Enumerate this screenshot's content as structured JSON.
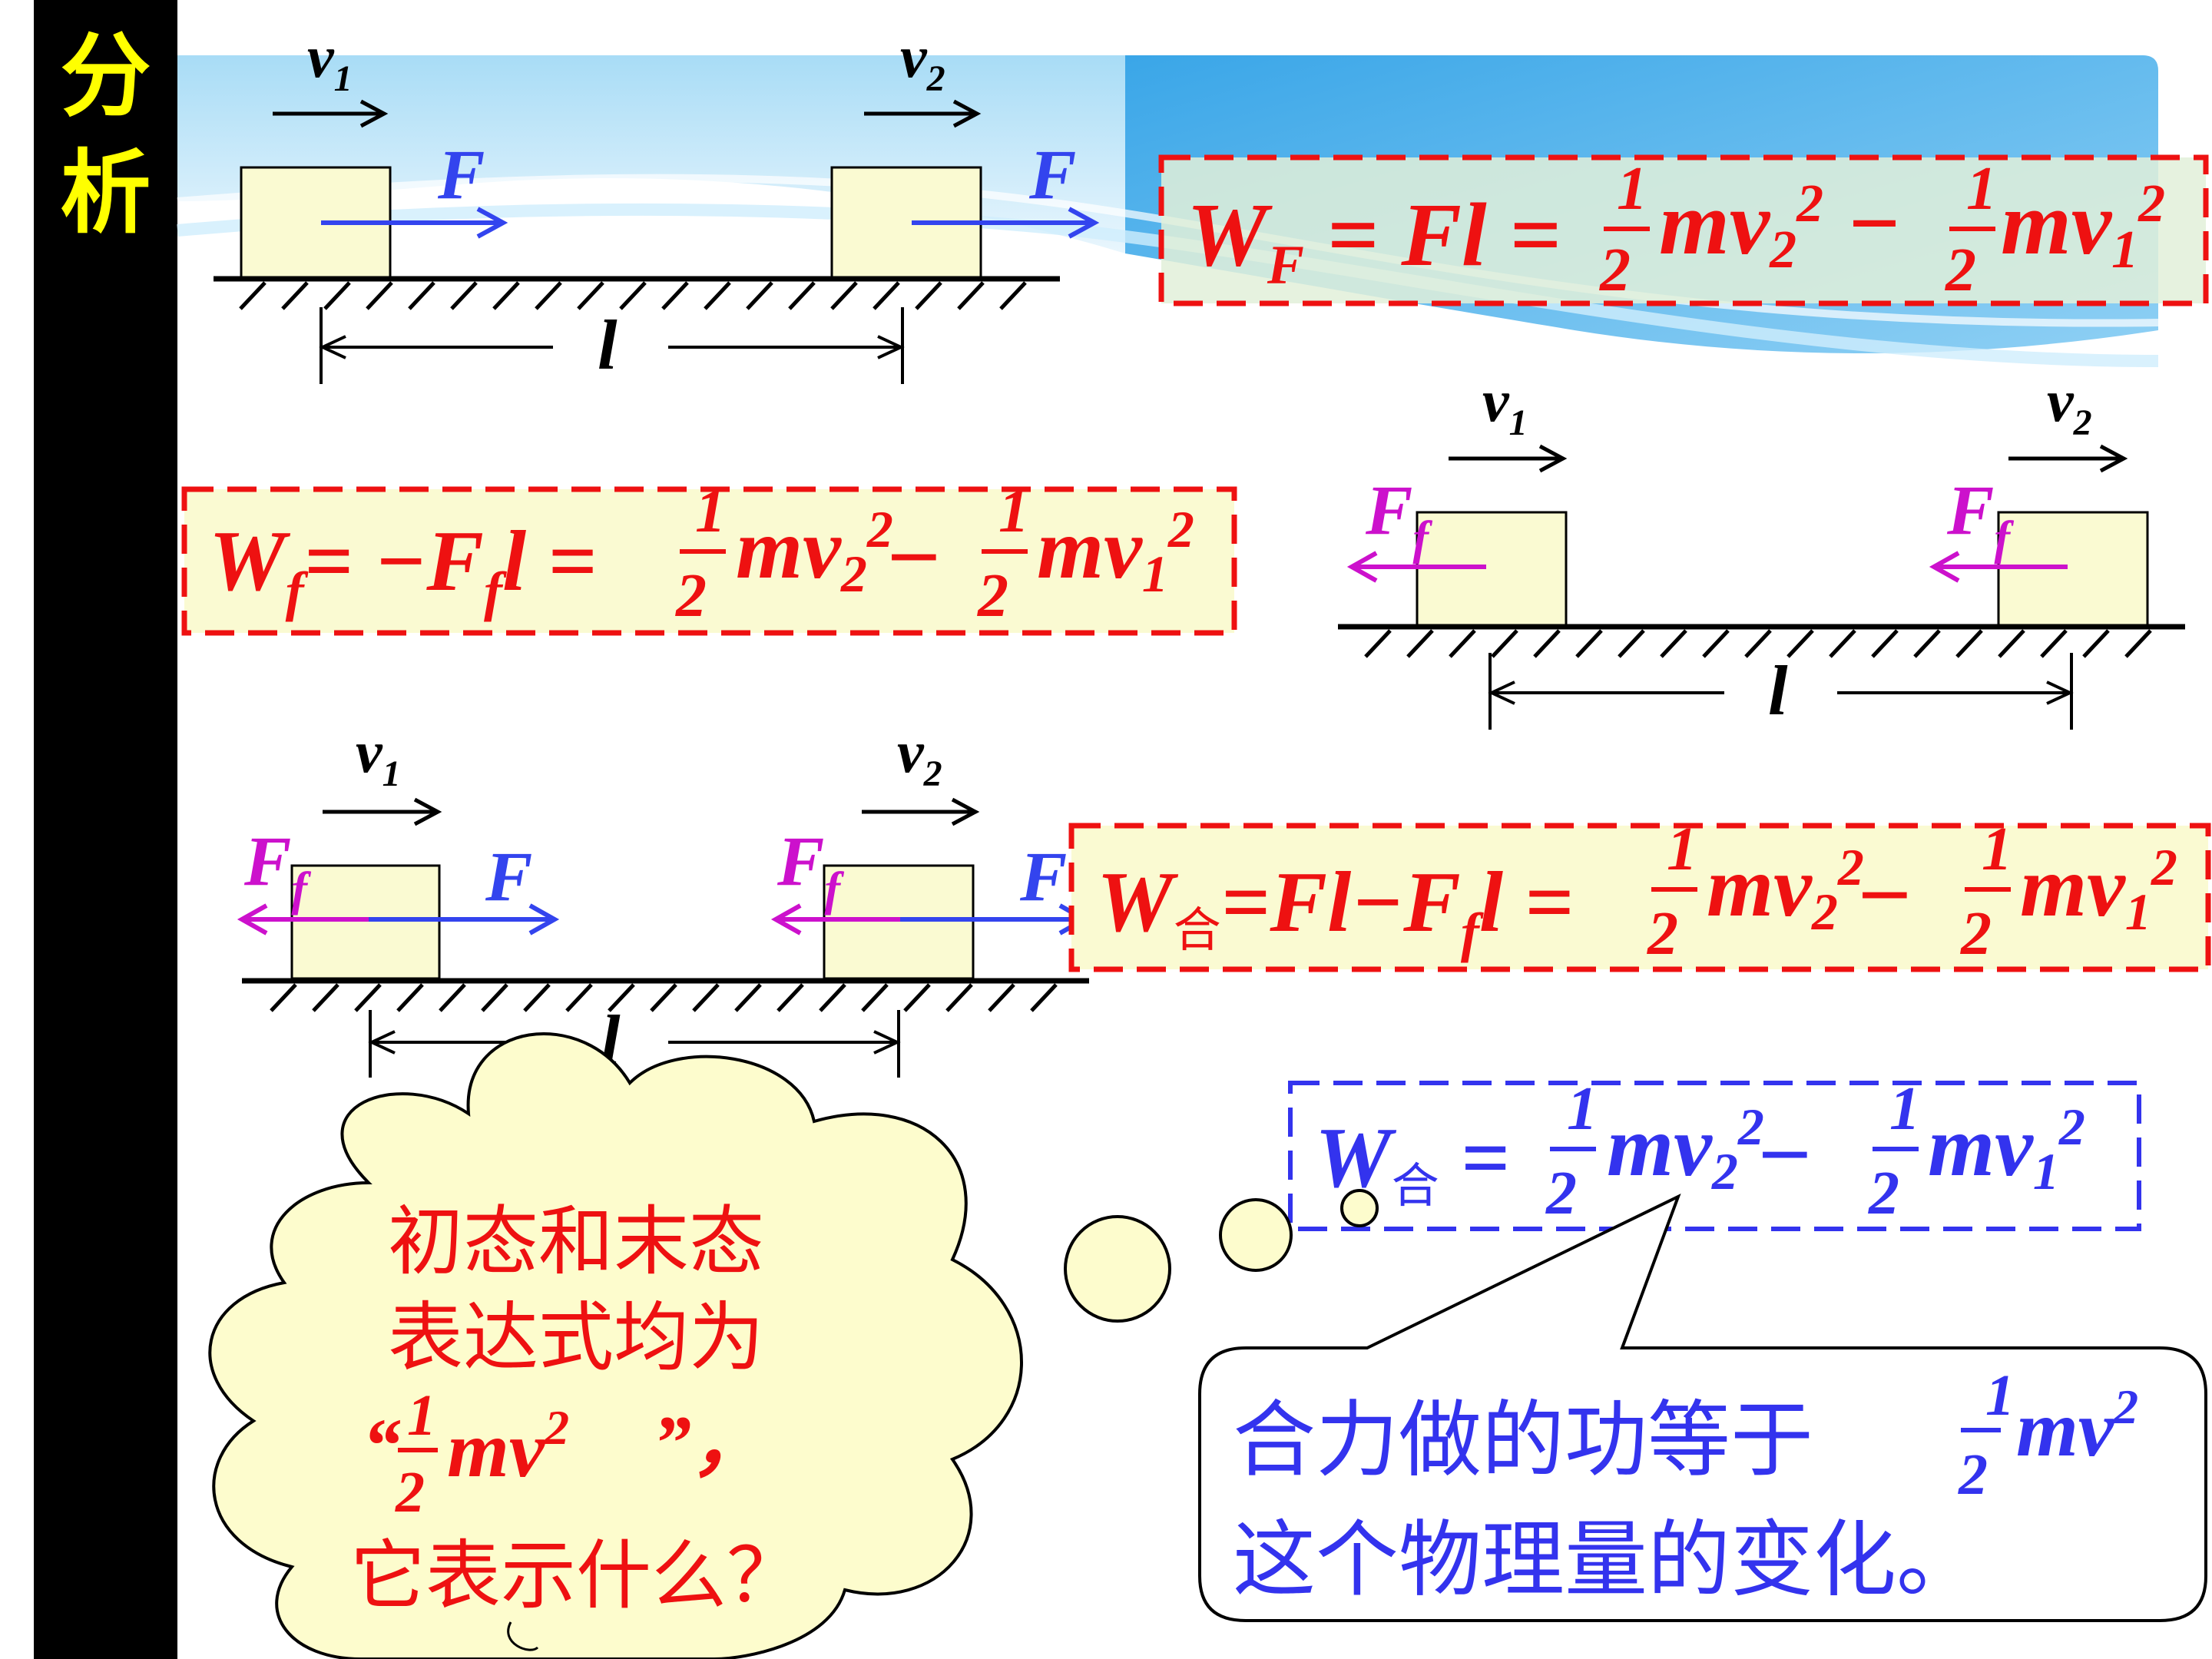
{
  "sidebar": {
    "title_chars": [
      "分",
      "析"
    ]
  },
  "colors": {
    "formula_red": "#ee1111",
    "formula_blue": "#3333ee",
    "force_blue": "#3344ee",
    "friction_magenta": "#cc11cc",
    "box_fill": "#fafad2",
    "sidebar_bg": "#000000",
    "sidebar_text": "#ffff00"
  },
  "labels": {
    "v1_base": "v",
    "v1_sub": "1",
    "v2_base": "v",
    "v2_sub": "2",
    "force": "F",
    "friction_base": "F",
    "friction_sub": "f",
    "length": "l"
  },
  "formulas": {
    "wf": {
      "w": "W",
      "sub": "F",
      "mid": " = Fl = ",
      "num": "1",
      "den": "2",
      "mv": "mv",
      "sub2": "2",
      "sup": "2",
      "minus": " − ",
      "sub1": "1"
    },
    "wfriction": {
      "w": "W",
      "sub": "f",
      "mid1": "= −F",
      "mid2": "l ="
    },
    "whe": {
      "w": "W",
      "sub": "合",
      "mid1": "=Fl−F",
      "mid2": "l ="
    },
    "whe2": {
      "w": "W",
      "sub": "合",
      "eq": "="
    }
  },
  "cloud": {
    "line1": "初态和末态",
    "line2": "表达式均为",
    "quote_open": "“",
    "quote_close": "”，",
    "line4": "它表示什么？"
  },
  "callout": {
    "line1": "合力做的功等于",
    "line2": "这个物理量的变化。"
  }
}
